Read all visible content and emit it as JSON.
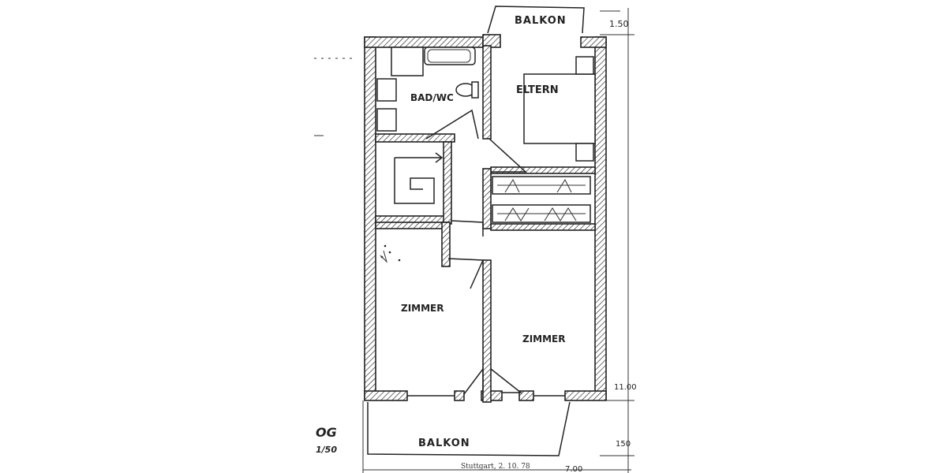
{
  "plan": {
    "rooms": {
      "bath": "BAD/WC",
      "parents": "ELTERN",
      "room_left": "ZIMMER",
      "room_right": "ZIMMER"
    },
    "balcony_top": "BALKON",
    "balcony_bottom": "BALKON",
    "floor_label": "OG",
    "scale_label": "1/50",
    "dimensions": {
      "top_right": "1.50",
      "depth": "11.00",
      "balcony_depth": "150",
      "width": "7.00"
    },
    "footer": "Stuttgart, 2. 10. 78"
  }
}
